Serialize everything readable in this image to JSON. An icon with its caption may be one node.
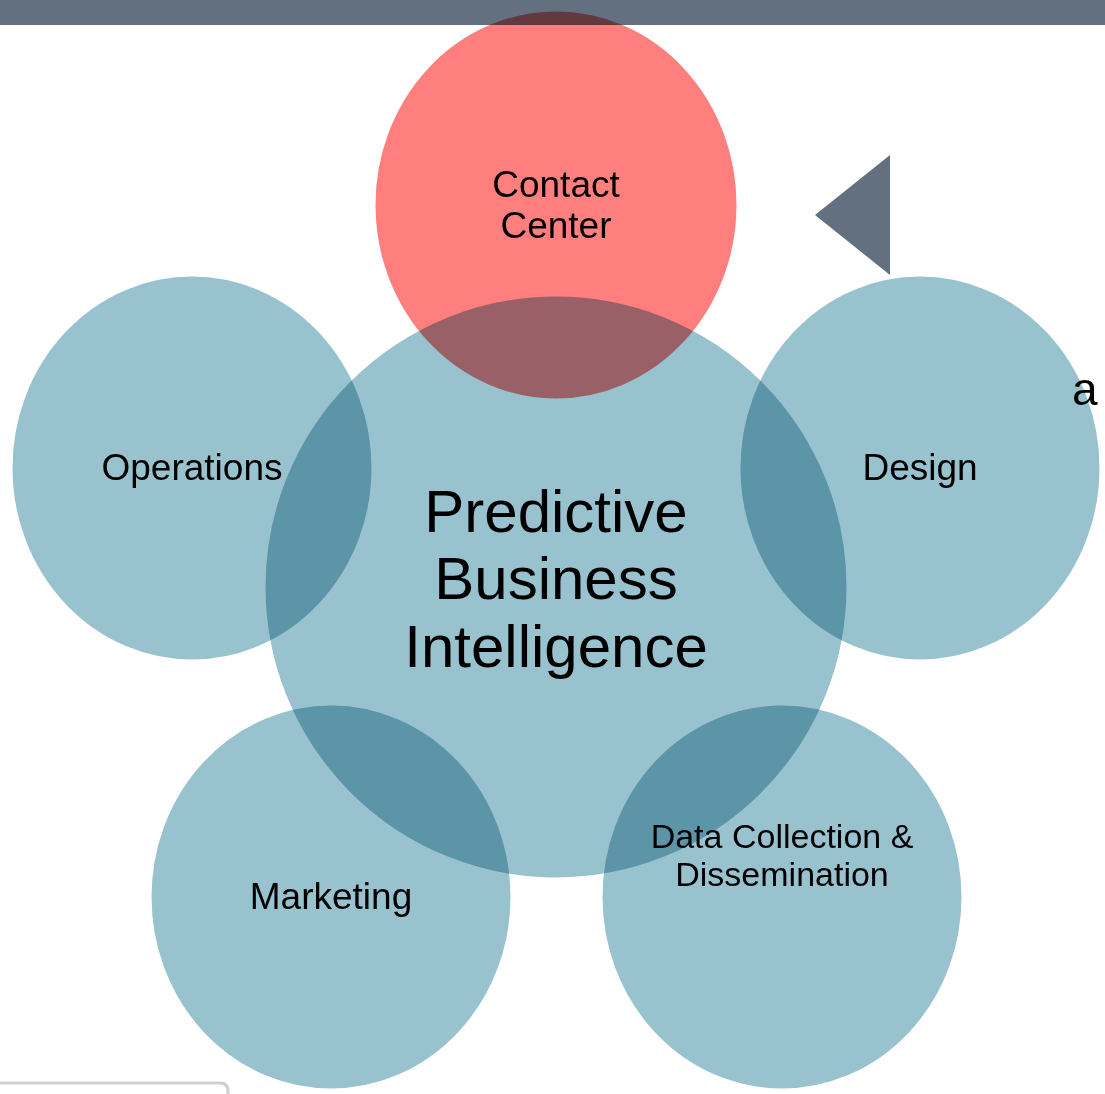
{
  "diagram": {
    "nodes": [
      {
        "text": [
          "Contact Center"
        ]
      },
      {
        "text": [
          "Operations"
        ]
      },
      {
        "text": [
          "Predictive Business Intelligence"
        ]
      },
      {
        "text": [
          "Design"
        ]
      },
      {
        "text": [
          "Marketing"
        ]
      },
      {
        "text": [
          "Data Collection & Dissemination"
        ]
      },
      {
        "text": [],
        "shape": "bar"
      },
      {
        "text": [],
        "shape": "triangle"
      }
    ],
    "labels": [
      "a"
    ]
  }
}
